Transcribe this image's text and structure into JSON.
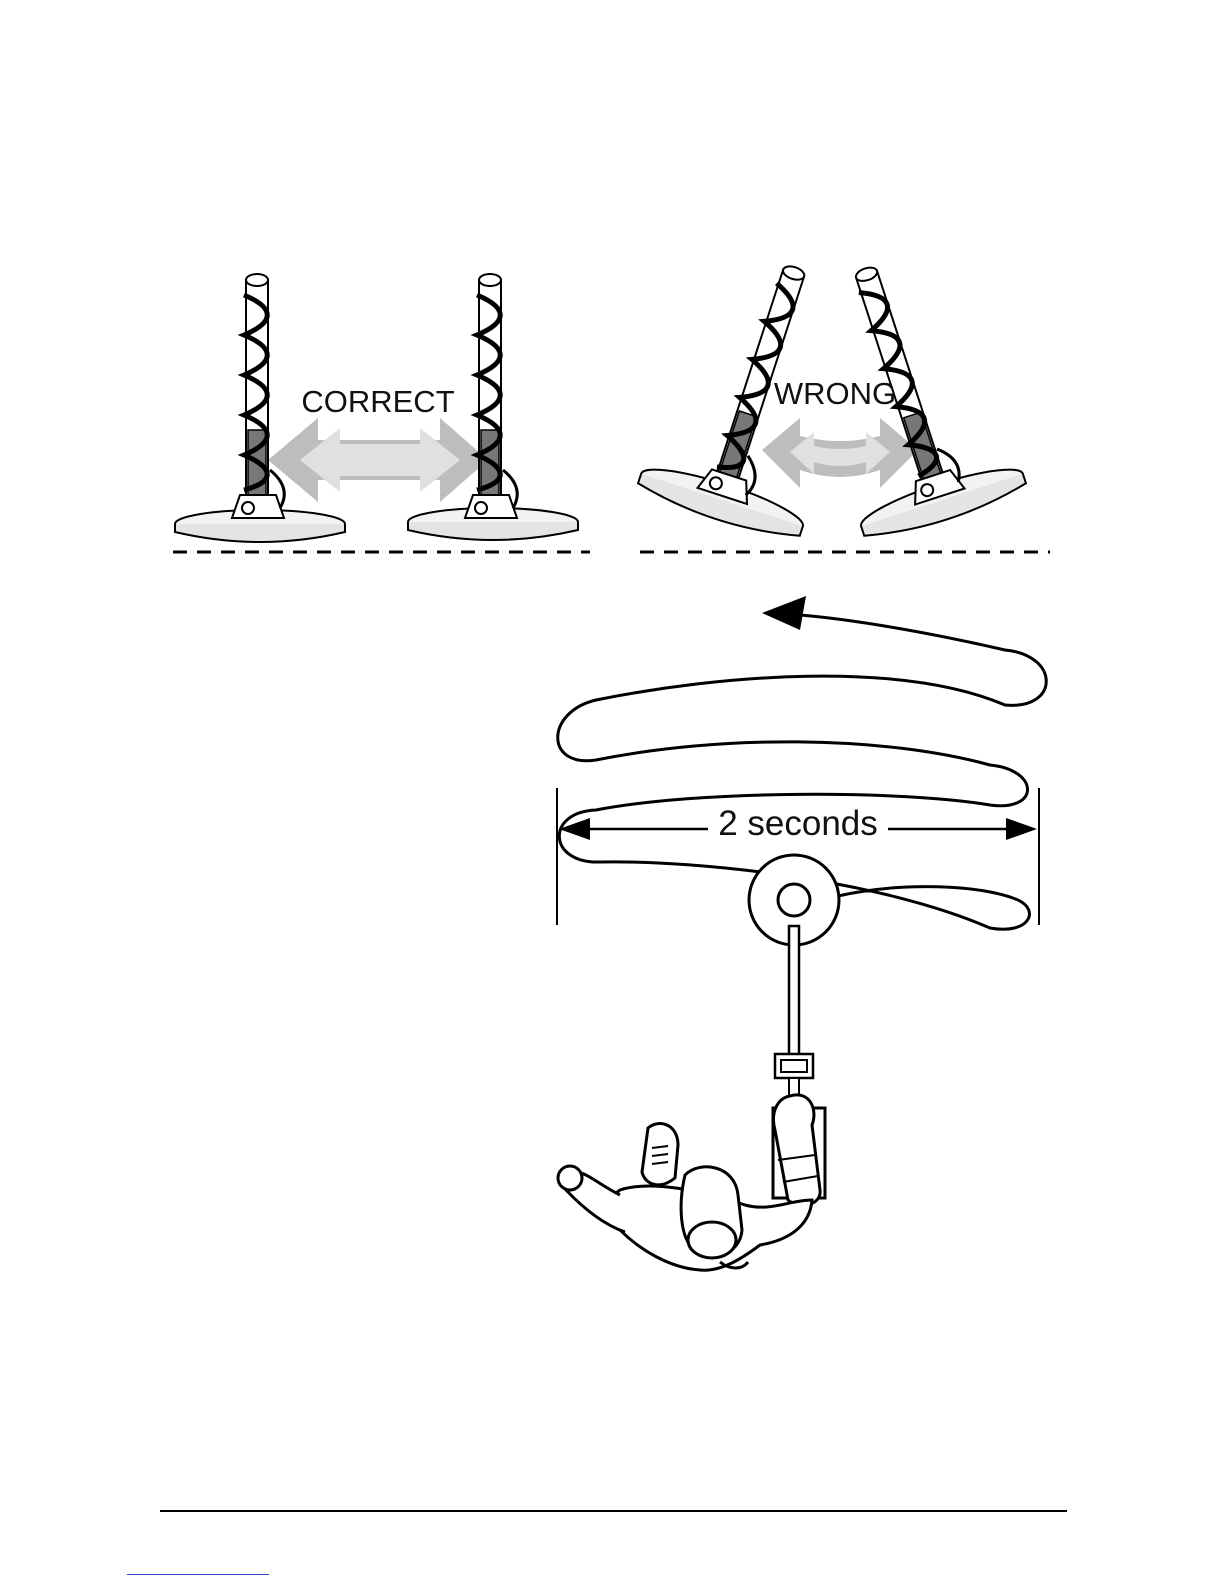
{
  "diagram": {
    "correct_label": "CORRECT",
    "wrong_label": "WRONG",
    "duration_label": "2 seconds"
  },
  "colors": {
    "ink": "#000000",
    "arrow_dark": "#b5b5b5",
    "arrow_light": "#dedede",
    "coil_fill": "#f2f2f2",
    "footer_link": "#3344cc"
  },
  "icons": {
    "detector": "metal-detector-icon",
    "person": "operator-top-view-icon",
    "sweep": "sweep-path-icon"
  }
}
